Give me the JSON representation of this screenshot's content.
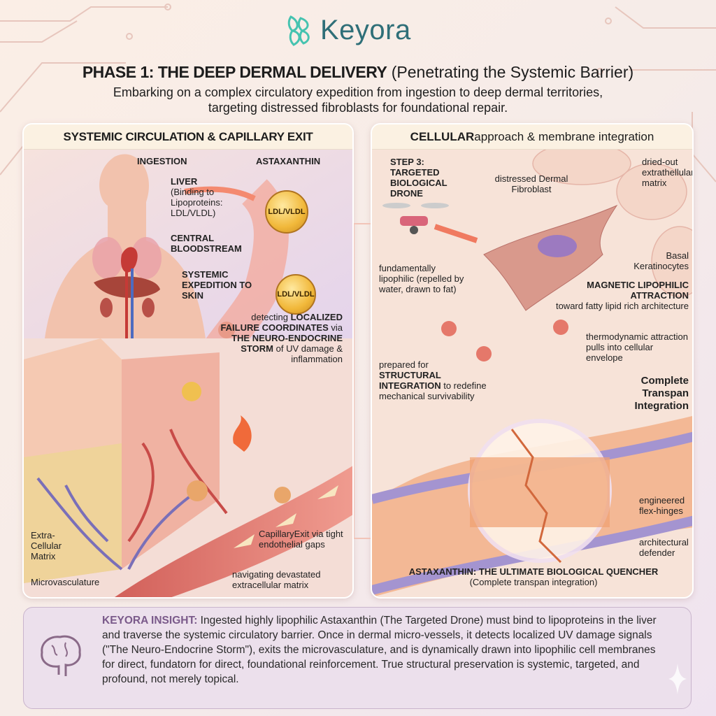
{
  "brand": {
    "name": "Keyora",
    "color": "#2f6f78"
  },
  "header": {
    "title_bold": "PHASE 1: THE DEEP DERMAL DELIVERY",
    "title_rest": " (Penetrating the Systemic Barrier)",
    "subtitle_line1": "Embarking on a complex circulatory expedition from ingestion to deep dermal territories,",
    "subtitle_line2": "targeting distressed fibroblasts for foundational repair."
  },
  "left_panel": {
    "title": "SYSTEMIC CIRCULATION & CAPILLARY EXIT",
    "ingestion": "INGESTION",
    "astaxanthin": "ASTAXANTHIN",
    "liver": "LIVER",
    "liver_note": "(Binding to Lipoproteins: LDL/VLDL)",
    "badge1": "LDL/VLDL",
    "badge2": "LDL/VLDL",
    "central": "CENTRAL BLOODSTREAM",
    "systemic": "SYSTEMIC EXPEDITION TO SKIN",
    "detect_1": "detecting ",
    "detect_2": "LOCALIZED FAILURE COORDINATES",
    "detect_3": " via ",
    "detect_4": "THE NEURO-ENDOCRINE STORM",
    "detect_5": " of UV damage & inflammation",
    "capillary_exit": "CapillaryExit via tight endothelial gaps",
    "navigating": "navigating devastated extracellular matrix",
    "ecm": "Extra-Cellular Matrix",
    "micro": "Microvasculature"
  },
  "right_panel": {
    "title_bold": "CELLULAR",
    "title_rest": " approach & membrane integration",
    "step3": "STEP 3: TARGETED BIOLOGICAL DRONE",
    "fibroblast": "distressed Dermal Fibroblast",
    "dried": "dried-out extrathellular matrix",
    "basal": "Basal Keratinocytes",
    "lipophilic": "fundamentally lipophilic (repelled by water, drawn to fat)",
    "magnetic_bold": "MAGNETIC LIPOPHILIC ATTRACTION",
    "magnetic_rest": "toward fatty lipid rich architecture",
    "thermo": "thermodynamic attraction pulls into cellular envelope",
    "prepared_1": "prepared for ",
    "prepared_2": "STRUCTURAL INTEGRATION",
    "prepared_3": " to redefine mechanical survivability",
    "complete": "Complete Transpan Integration",
    "flex": "engineered flex-hinges",
    "defender": "architectural defender",
    "quencher": "ASTAXANTHIN: THE ULTIMATE BIOLOGICAL QUENCHER",
    "quencher_sub": "(Complete transpan integration)"
  },
  "insight": {
    "label": "KEYORA INSIGHT:",
    "text": " Ingested highly lipophilic Astaxanthin (The Targeted Drone) must bind to lipoproteins in the liver and traverse the systemic circulatory barrier. Once in dermal micro-vessels, it detects localized UV damage signals (\"The Neuro-Endocrine Storm\"), exits the microvasculature, and is dynamically drawn into lipophilic cell membranes for direct, fundatorn for direct, foundational reinforcement. True structural preservation is systemic, targeted, and profound, not merely topical."
  }
}
